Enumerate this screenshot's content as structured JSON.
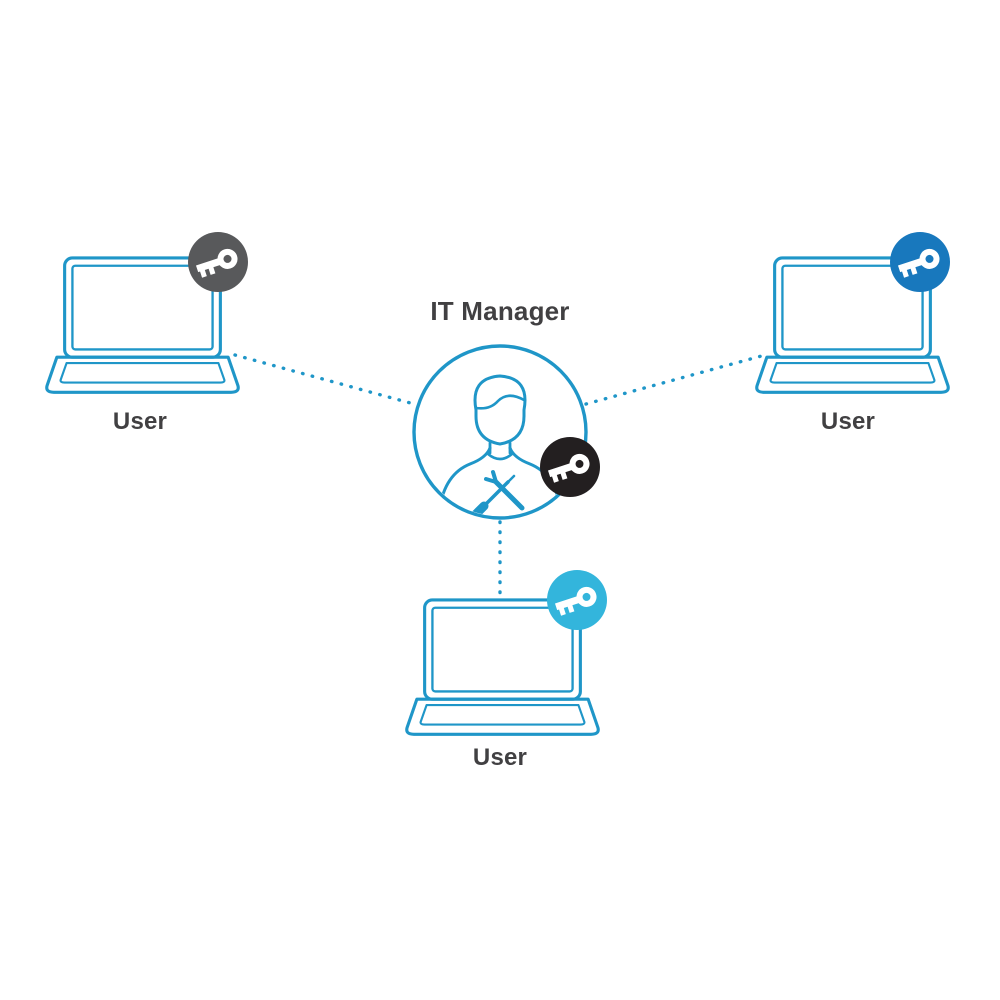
{
  "theme": {
    "outline": "#1f96c8",
    "text": "#414042",
    "background": "#ffffff"
  },
  "diagram": {
    "center": {
      "title": "IT Manager",
      "key_color": "#231f20",
      "icons": [
        "person-icon",
        "wrench-and-screwdriver-icon",
        "key-icon"
      ]
    },
    "users": [
      {
        "label": "User",
        "position": "top-left",
        "key_color": "#58595b",
        "icons": [
          "laptop-icon",
          "key-icon"
        ]
      },
      {
        "label": "User",
        "position": "top-right",
        "key_color": "#1878bd",
        "icons": [
          "laptop-icon",
          "key-icon"
        ]
      },
      {
        "label": "User",
        "position": "bottom-center",
        "key_color": "#33b5dc",
        "icons": [
          "laptop-icon",
          "key-icon"
        ]
      }
    ],
    "connections": [
      {
        "from": "user-top-left",
        "to": "it-manager",
        "style": "dotted"
      },
      {
        "from": "user-top-right",
        "to": "it-manager",
        "style": "dotted"
      },
      {
        "from": "user-bottom-center",
        "to": "it-manager",
        "style": "dotted"
      }
    ]
  }
}
